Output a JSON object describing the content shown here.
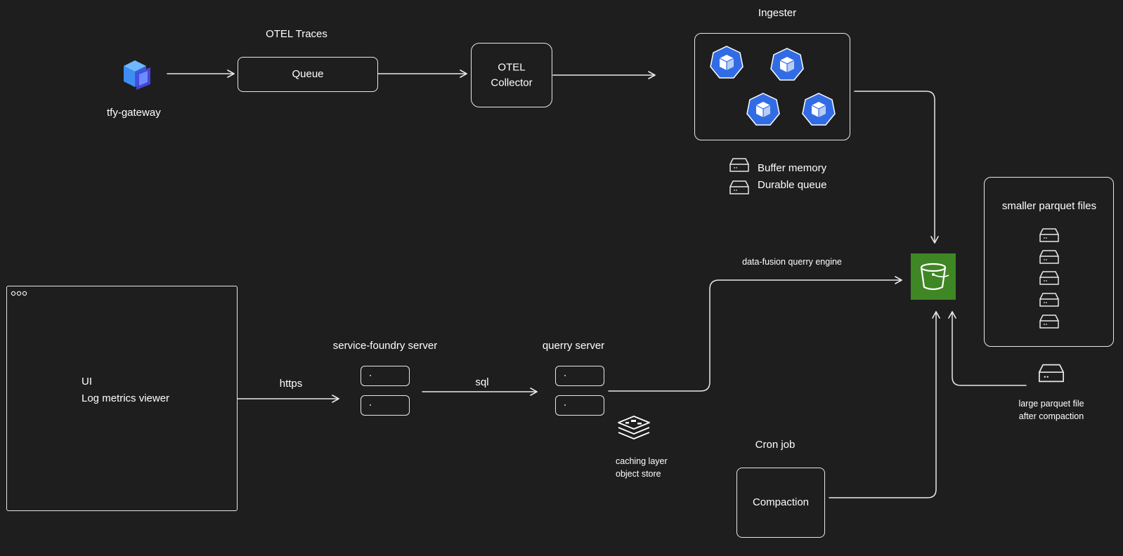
{
  "gateway": {
    "label": "tfy-gateway",
    "icon": "cube-logo-icon"
  },
  "otel_traces": {
    "label": "OTEL Traces"
  },
  "queue": {
    "label": "Queue"
  },
  "collector": {
    "line1": "OTEL",
    "line2": "Collector"
  },
  "ingester": {
    "label": "Ingester",
    "pods": [
      "kubernetes-pod-icon",
      "kubernetes-pod-icon",
      "kubernetes-pod-icon",
      "kubernetes-pod-icon"
    ],
    "legend": [
      {
        "icon": "hard-drive-icon",
        "text": "Buffer memory"
      },
      {
        "icon": "hard-drive-icon",
        "text": "Durable queue"
      }
    ]
  },
  "bucket": {
    "icon": "s3-bucket-icon",
    "color": "#3f8624"
  },
  "parquet": {
    "title": "smaller parquet files",
    "file_icons": [
      "hard-drive-icon",
      "hard-drive-icon",
      "hard-drive-icon",
      "hard-drive-icon",
      "hard-drive-icon"
    ],
    "large_line1": "large parquet file",
    "large_line2": "after compaction"
  },
  "ui": {
    "title": "UI",
    "subtitle": "Log metrics viewer",
    "dots_icon": "window-dots-icon"
  },
  "edges": {
    "https": "https",
    "sql": "sql",
    "datafusion": "data-fusion querry engine"
  },
  "service_foundry": {
    "label": "service-foundry server"
  },
  "querry_server": {
    "label": "querry server"
  },
  "cache": {
    "line1": "caching layer",
    "line2": "object store",
    "icon": "stack-layers-icon"
  },
  "cron": {
    "label": "Cron job"
  },
  "compaction": {
    "label": "Compaction"
  }
}
